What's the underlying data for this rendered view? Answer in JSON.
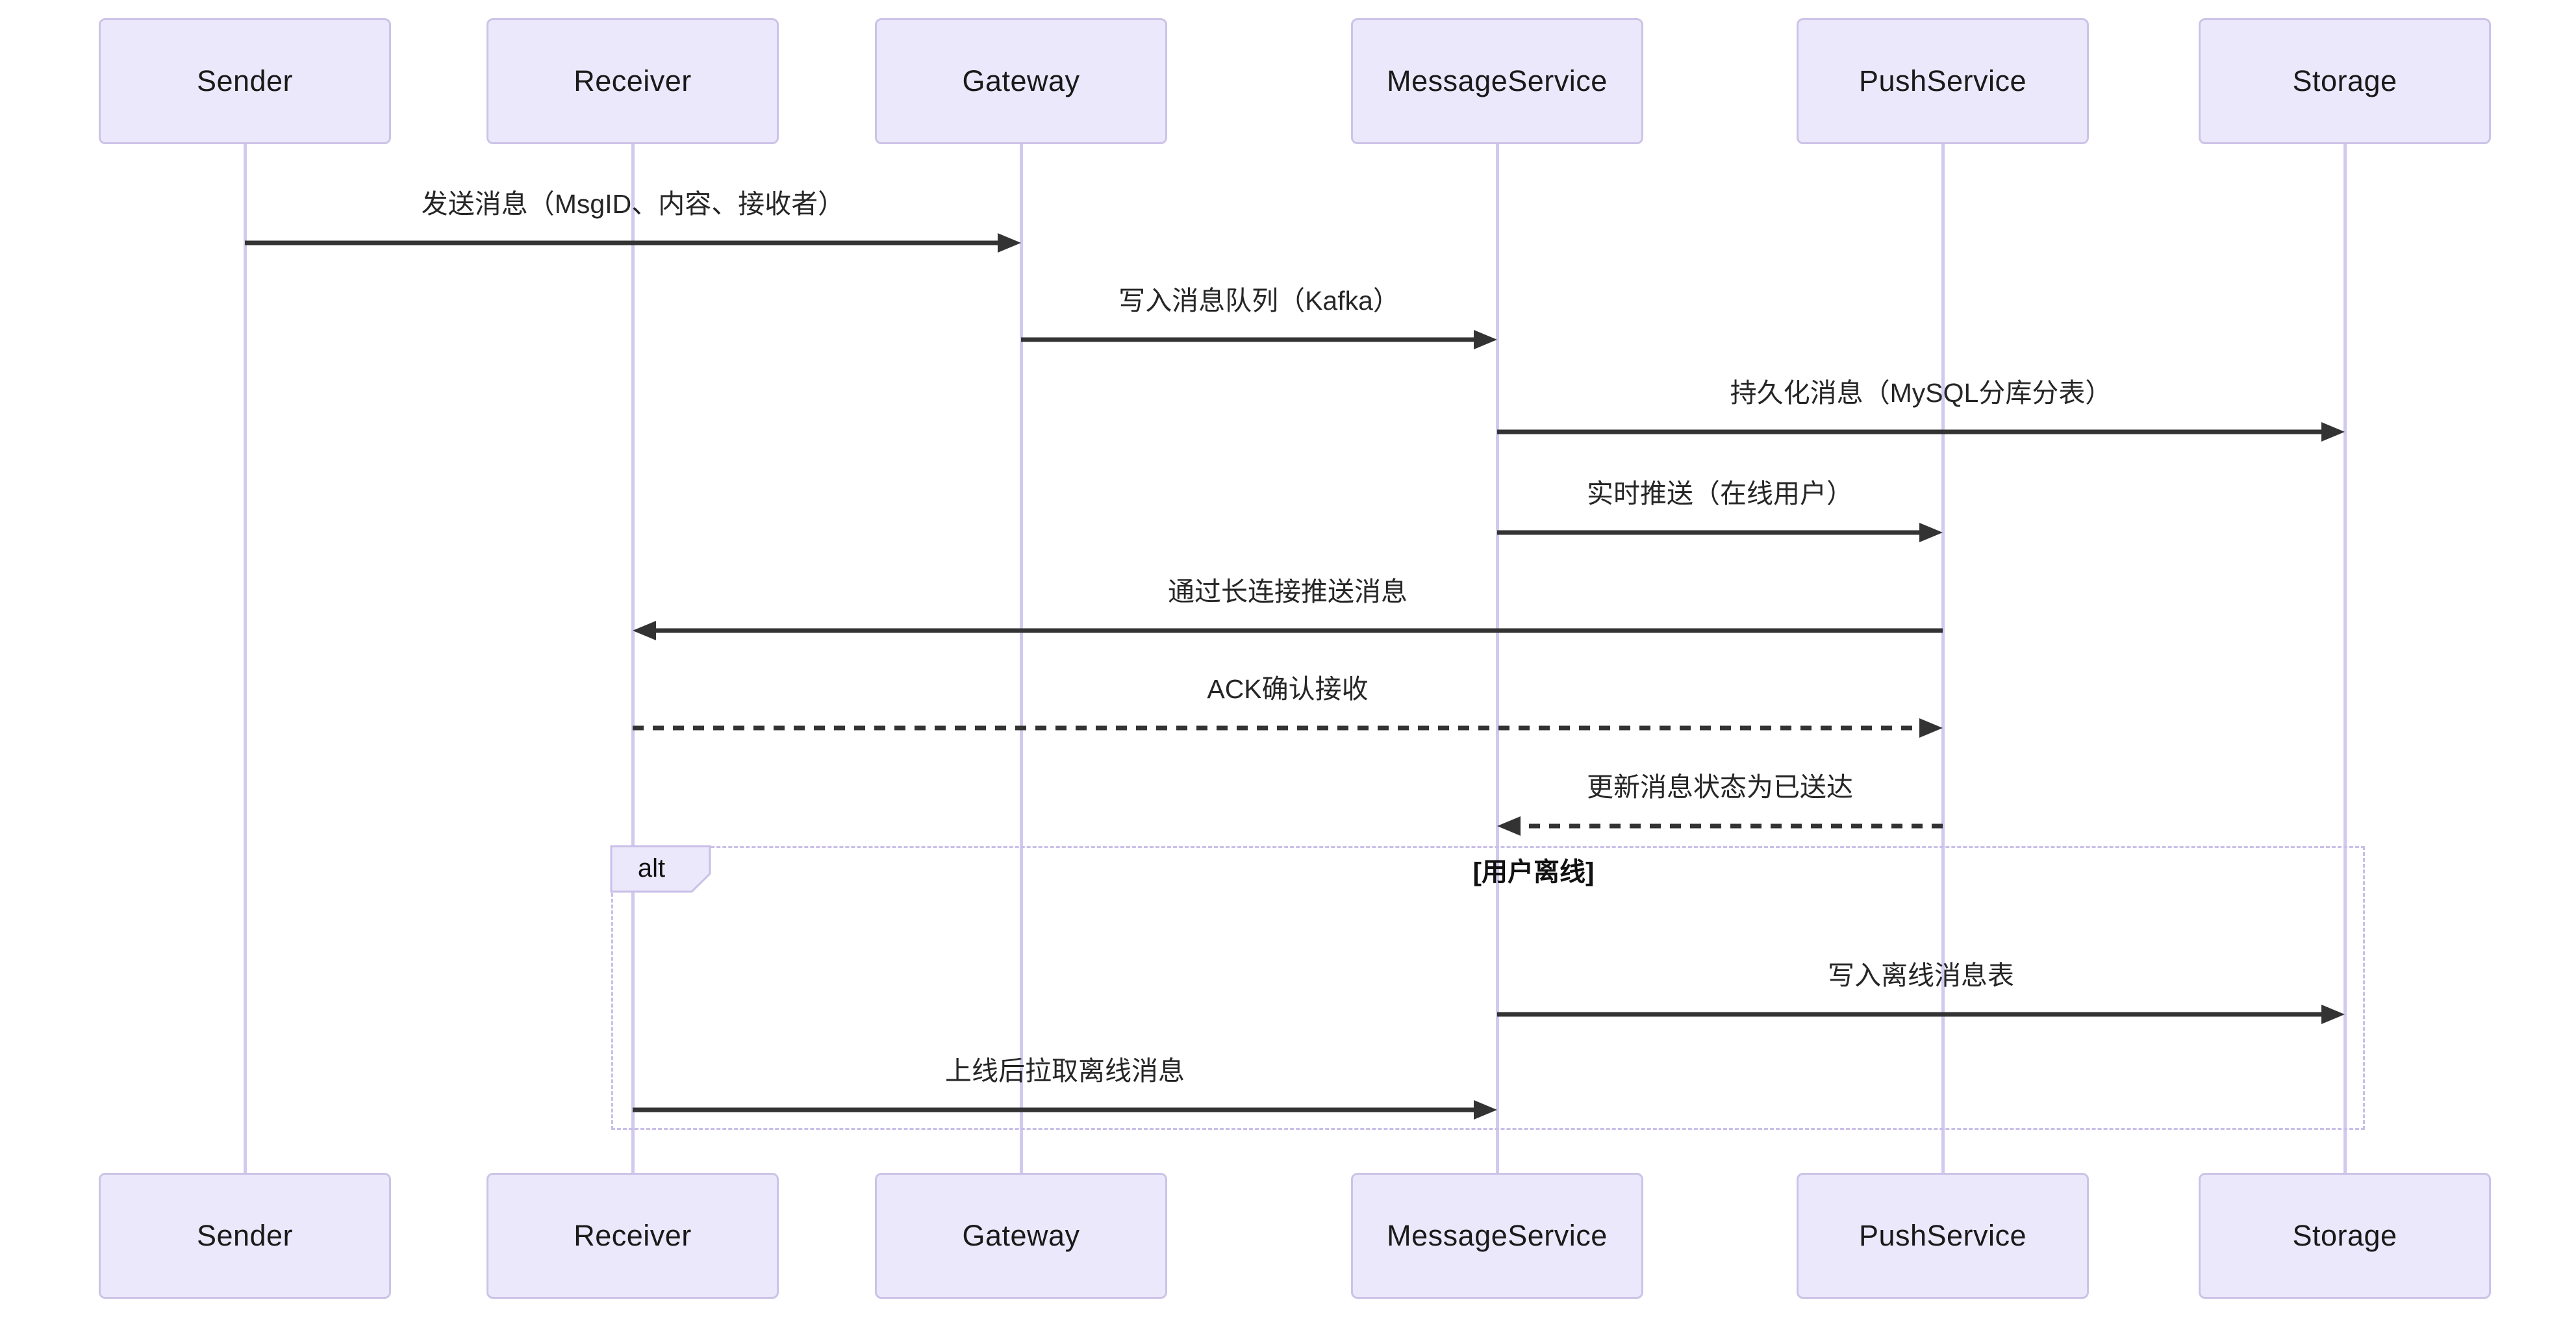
{
  "diagram": {
    "kind": "sequence-diagram",
    "actors": [
      {
        "id": "Sender",
        "label": "Sender"
      },
      {
        "id": "Receiver",
        "label": "Receiver"
      },
      {
        "id": "Gateway",
        "label": "Gateway"
      },
      {
        "id": "MessageService",
        "label": "MessageService"
      },
      {
        "id": "PushService",
        "label": "PushService"
      },
      {
        "id": "Storage",
        "label": "Storage"
      }
    ],
    "messages": [
      {
        "from": "Sender",
        "to": "Gateway",
        "line": "solid",
        "text": "发送消息（MsgID、内容、接收者）"
      },
      {
        "from": "Gateway",
        "to": "MessageService",
        "line": "solid",
        "text": "写入消息队列（Kafka）"
      },
      {
        "from": "MessageService",
        "to": "Storage",
        "line": "solid",
        "text": "持久化消息（MySQL分库分表）"
      },
      {
        "from": "MessageService",
        "to": "PushService",
        "line": "solid",
        "text": "实时推送（在线用户）"
      },
      {
        "from": "PushService",
        "to": "Receiver",
        "line": "solid",
        "text": "通过长连接推送消息"
      },
      {
        "from": "Receiver",
        "to": "PushService",
        "line": "dashed",
        "text": "ACK确认接收"
      },
      {
        "from": "PushService",
        "to": "MessageService",
        "line": "dashed",
        "text": "更新消息状态为已送达"
      },
      {
        "from": "MessageService",
        "to": "Storage",
        "line": "solid",
        "text": "写入离线消息表"
      },
      {
        "from": "Receiver",
        "to": "MessageService",
        "line": "solid",
        "text": "上线后拉取离线消息"
      }
    ],
    "fragment": {
      "label": "alt",
      "condition": "[用户离线]",
      "contains_message_indices": [
        7,
        8
      ]
    },
    "colors": {
      "actor_fill": "#EAE8FA",
      "actor_border": "#CDC3E8",
      "actor_text": "#1A1A1A",
      "lifeline": "#D2C9EF",
      "arrow": "#333333",
      "message_text": "#262626",
      "frame_border": "#C9BFE8",
      "frame_label_fill": "#EAE8FA",
      "background": "#FFFFFF"
    }
  }
}
